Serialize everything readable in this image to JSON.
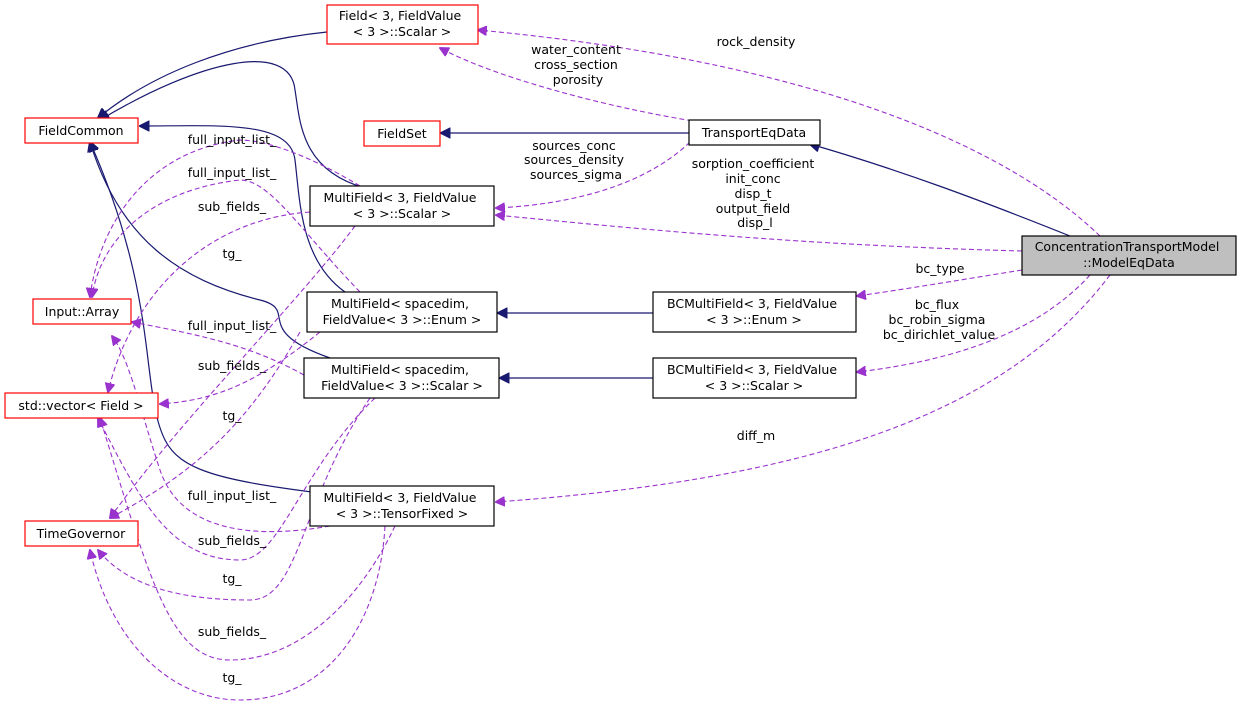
{
  "nodes": {
    "field3": [
      "Field< 3, FieldValue",
      "< 3 >::Scalar >"
    ],
    "fieldcommon": [
      "FieldCommon"
    ],
    "fieldset": [
      "FieldSet"
    ],
    "transporteqdata": [
      "TransportEqData"
    ],
    "multifield3scalar": [
      "MultiField< 3, FieldValue",
      "< 3 >::Scalar >"
    ],
    "inputarray": [
      "Input::Array"
    ],
    "mf_spacedim_enum": [
      "MultiField< spacedim,",
      "FieldValue< 3 >::Enum >"
    ],
    "mf_spacedim_scalar": [
      "MultiField< spacedim,",
      "FieldValue< 3 >::Scalar >"
    ],
    "stdvector": [
      "std::vector< Field >"
    ],
    "bcmf_enum": [
      "BCMultiField< 3, FieldValue",
      "< 3 >::Enum >"
    ],
    "bcmf_scalar": [
      "BCMultiField< 3, FieldValue",
      "< 3 >::Scalar >"
    ],
    "timegovernor": [
      "TimeGovernor"
    ],
    "mf_tensor": [
      "MultiField< 3, FieldValue",
      "< 3 >::TensorFixed >"
    ],
    "ctm": [
      "ConcentrationTransportModel",
      "::ModelEqData"
    ]
  },
  "edge_labels": {
    "rock_density": [
      "rock_density"
    ],
    "water_content": [
      "water_content",
      "cross_section",
      "porosity"
    ],
    "sources": [
      "sources_conc",
      "sources_density",
      "sources_sigma"
    ],
    "sorption": [
      "sorption_coefficient",
      "init_conc",
      "disp_t",
      "output_field",
      "disp_l"
    ],
    "bc_type": [
      "bc_type"
    ],
    "bc_flux": [
      "bc_flux",
      "bc_robin_sigma",
      "bc_dirichlet_value"
    ],
    "diff_m": [
      "diff_m"
    ],
    "fil_1": [
      "full_input_list_"
    ],
    "fil_2": [
      "full_input_list_"
    ],
    "sub_1": [
      "sub_fields_"
    ],
    "tg_1": [
      "tg_"
    ],
    "fil_3": [
      "full_input_list_"
    ],
    "sub_2": [
      "sub_fields_"
    ],
    "tg_2": [
      "tg_"
    ],
    "fil_4": [
      "full_input_list_"
    ],
    "sub_3": [
      "sub_fields_"
    ],
    "tg_3": [
      "tg_"
    ],
    "sub_4": [
      "sub_fields_"
    ],
    "tg_4": [
      "tg_"
    ]
  },
  "colors": {
    "inheritance": "#191970",
    "usage": "#9a32cd",
    "external_border": "#ff0000",
    "focus_fill": "#bfbfbf"
  }
}
